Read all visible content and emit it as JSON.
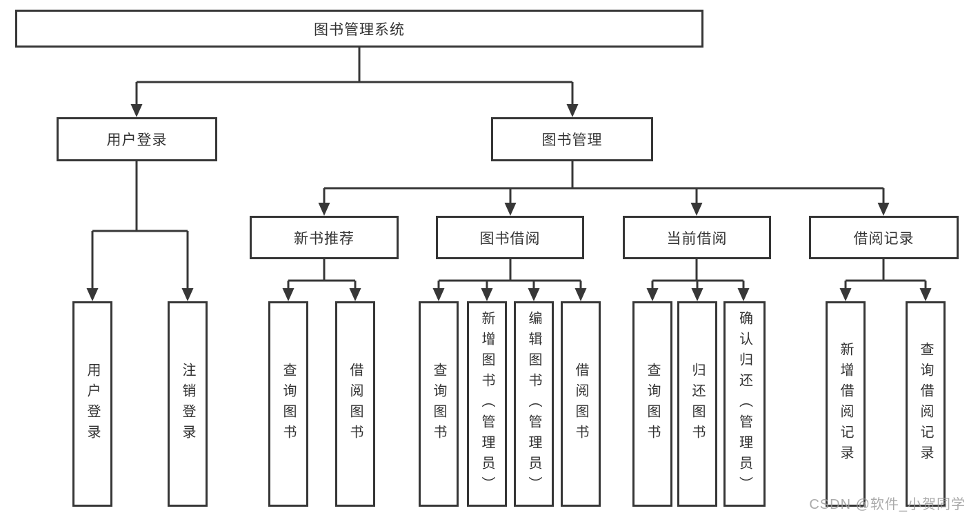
{
  "diagram": {
    "tree": {
      "label": "图书管理系统",
      "children": [
        {
          "label": "用户登录",
          "children": [
            {
              "label": "用户登录"
            },
            {
              "label": "注销登录"
            }
          ]
        },
        {
          "label": "图书管理",
          "children": [
            {
              "label": "新书推荐",
              "children": [
                {
                  "label": "查询图书"
                },
                {
                  "label": "借阅图书"
                }
              ]
            },
            {
              "label": "图书借阅",
              "children": [
                {
                  "label": "查询图书"
                },
                {
                  "label": "新增图书（管理员）"
                },
                {
                  "label": "编辑图书（管理员）"
                },
                {
                  "label": "借阅图书"
                }
              ]
            },
            {
              "label": "当前借阅",
              "children": [
                {
                  "label": "查询图书"
                },
                {
                  "label": "归还图书"
                },
                {
                  "label": "确认归还（管理员）"
                }
              ]
            },
            {
              "label": "借阅记录",
              "children": [
                {
                  "label": "新增借阅记录"
                },
                {
                  "label": "查询借阅记录"
                }
              ]
            }
          ]
        }
      ]
    }
  },
  "watermark": {
    "text": "CSDN @软件_小贺同学"
  },
  "colors": {
    "line": "#373737",
    "box_border": "#363636",
    "text": "#333333",
    "watermark": "#9b9b9b",
    "background": "#ffffff"
  }
}
